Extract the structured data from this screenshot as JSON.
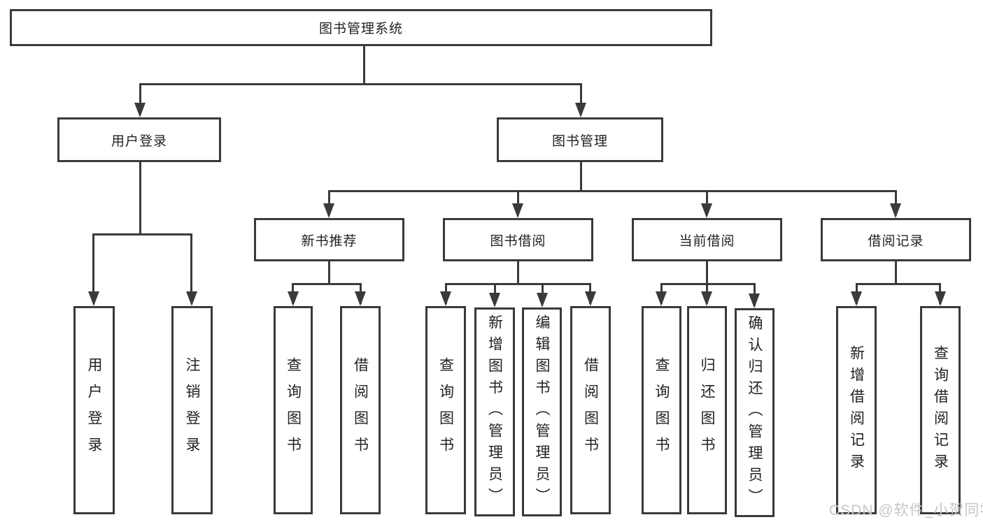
{
  "diagram": {
    "root": {
      "label": "图书管理系统"
    },
    "branches": [
      {
        "label": "用户登录",
        "children": [
          {
            "label": "用户登录"
          },
          {
            "label": "注销登录"
          }
        ]
      },
      {
        "label": "图书管理",
        "groups": [
          {
            "label": "新书推荐",
            "children": [
              {
                "label": "查询图书"
              },
              {
                "label": "借阅图书"
              }
            ]
          },
          {
            "label": "图书借阅",
            "children": [
              {
                "label": "查询图书"
              },
              {
                "label": "新增图书（管理员）"
              },
              {
                "label": "编辑图书（管理员）"
              },
              {
                "label": "借阅图书"
              }
            ]
          },
          {
            "label": "当前借阅",
            "children": [
              {
                "label": "查询图书"
              },
              {
                "label": "归还图书"
              },
              {
                "label": "确认归还（管理员）"
              }
            ]
          },
          {
            "label": "借阅记录",
            "children": [
              {
                "label": "新增借阅记录"
              },
              {
                "label": "查询借阅记录"
              }
            ]
          }
        ]
      }
    ]
  },
  "watermark": {
    "text": "CSDN @软件_小贺同学"
  },
  "colors": {
    "line": "#3a3a3a",
    "text": "#222222",
    "watermark": "#cbc5c5",
    "background": "#ffffff"
  }
}
